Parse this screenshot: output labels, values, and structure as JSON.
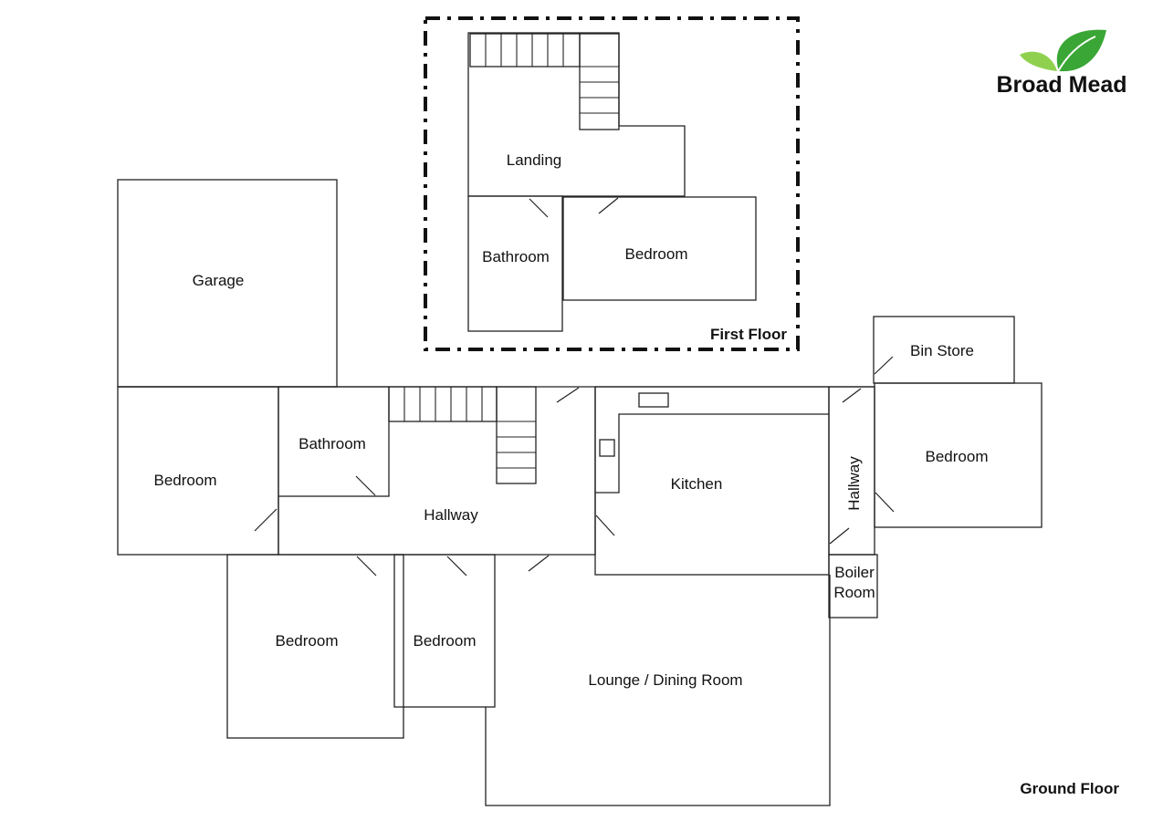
{
  "brand": {
    "name": "Broad Mead",
    "text_color": "#8a8a8a",
    "leaf_dark": "#3aa635",
    "leaf_light": "#8fd14f"
  },
  "floors": {
    "first": "First Floor",
    "ground": "Ground Floor"
  },
  "rooms": {
    "landing": "Landing",
    "first_bathroom": "Bathroom",
    "first_bedroom": "Bedroom",
    "garage": "Garage",
    "bin_store": "Bin Store",
    "bedroom_west": "Bedroom",
    "bathroom_ground": "Bathroom",
    "hallway_main": "Hallway",
    "kitchen": "Kitchen",
    "hallway_side": "Hallway",
    "bedroom_east": "Bedroom",
    "boiler_line1": "Boiler",
    "boiler_line2": "Room",
    "bedroom_south_a": "Bedroom",
    "bedroom_south_b": "Bedroom",
    "lounge": "Lounge / Dining Room"
  }
}
